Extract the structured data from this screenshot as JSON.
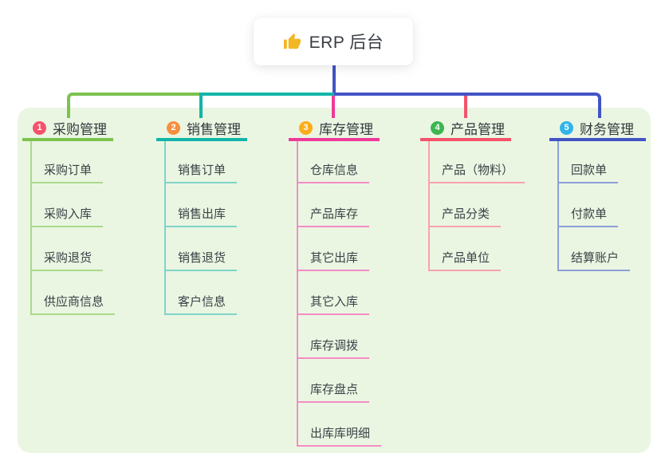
{
  "root": {
    "label": "ERP 后台",
    "icon": "thumbs-up",
    "connector_color": "#4254c5"
  },
  "panel": {
    "background": "#eaf6e2"
  },
  "icon_colors": {
    "thumbs_up": "#f2b725"
  },
  "branches": [
    {
      "badge": "1",
      "label": "采购管理",
      "colors": {
        "badge": "#f4516d",
        "line": "#7cc24e",
        "light": "#abd98c"
      },
      "children": [
        "采购订单",
        "采购入库",
        "采购退货",
        "供应商信息"
      ]
    },
    {
      "badge": "2",
      "label": "销售管理",
      "colors": {
        "badge": "#f98e3e",
        "line": "#12b5a8",
        "light": "#7fd4c9"
      },
      "children": [
        "销售订单",
        "销售出库",
        "销售退货",
        "客户信息"
      ]
    },
    {
      "badge": "3",
      "label": "库存管理",
      "colors": {
        "badge": "#fbad19",
        "line": "#ee3a9a",
        "light": "#f58cc5"
      },
      "children": [
        "仓库信息",
        "产品库存",
        "其它出库",
        "其它入库",
        "库存调拨",
        "库存盘点",
        "出库库明细"
      ]
    },
    {
      "badge": "4",
      "label": "产品管理",
      "colors": {
        "badge": "#3db551",
        "line": "#f4526b",
        "light": "#f9a1ad"
      },
      "children": [
        "产品（物料）",
        "产品分类",
        "产品单位"
      ]
    },
    {
      "badge": "5",
      "label": "财务管理",
      "colors": {
        "badge": "#32b3ea",
        "line": "#4254c5",
        "light": "#8d9fd9"
      },
      "children": [
        "回款单",
        "付款单",
        "结算账户"
      ]
    }
  ]
}
